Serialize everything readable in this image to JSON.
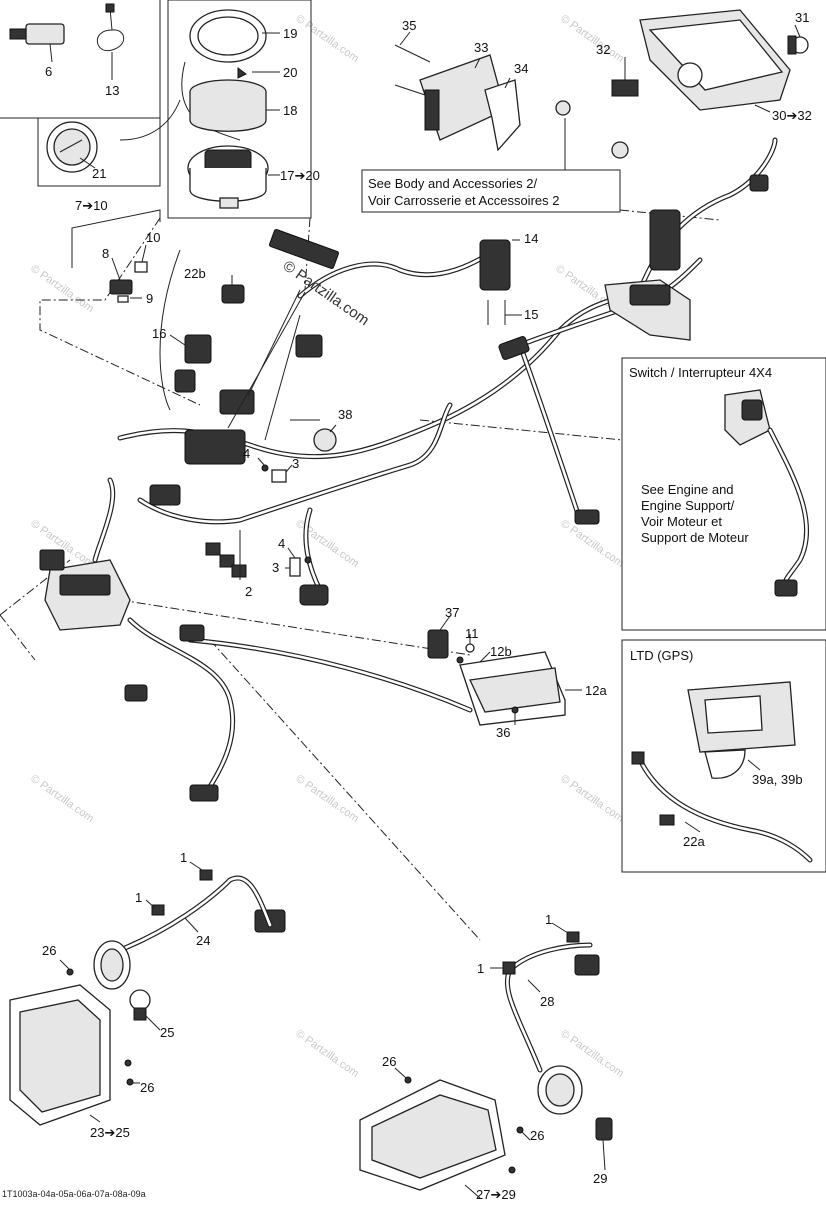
{
  "diagram": {
    "part_labels": [
      {
        "id": "p6",
        "text": "6"
      },
      {
        "id": "p13",
        "text": "13"
      },
      {
        "id": "p19",
        "text": "19"
      },
      {
        "id": "p20",
        "text": "20"
      },
      {
        "id": "p18",
        "text": "18"
      },
      {
        "id": "p17",
        "text": "17➔20"
      },
      {
        "id": "p21",
        "text": "21"
      },
      {
        "id": "p35",
        "text": "35"
      },
      {
        "id": "p33",
        "text": "33"
      },
      {
        "id": "p34",
        "text": "34"
      },
      {
        "id": "p31",
        "text": "31"
      },
      {
        "id": "p32",
        "text": "32"
      },
      {
        "id": "p30",
        "text": "30➔32"
      },
      {
        "id": "p7",
        "text": "7➔10"
      },
      {
        "id": "p10",
        "text": "10"
      },
      {
        "id": "p8",
        "text": "8"
      },
      {
        "id": "p9",
        "text": "9"
      },
      {
        "id": "p22b",
        "text": "22b"
      },
      {
        "id": "p16",
        "text": "16"
      },
      {
        "id": "p14",
        "text": "14"
      },
      {
        "id": "p15",
        "text": "15"
      },
      {
        "id": "p38",
        "text": "38"
      },
      {
        "id": "p4a",
        "text": "4"
      },
      {
        "id": "p3a",
        "text": "3"
      },
      {
        "id": "p4b",
        "text": "4"
      },
      {
        "id": "p3b",
        "text": "3"
      },
      {
        "id": "p2",
        "text": "2"
      },
      {
        "id": "p37",
        "text": "37"
      },
      {
        "id": "p11",
        "text": "11"
      },
      {
        "id": "p12b",
        "text": "12b"
      },
      {
        "id": "p12a",
        "text": "12a"
      },
      {
        "id": "p36",
        "text": "36"
      },
      {
        "id": "p39",
        "text": "39a, 39b"
      },
      {
        "id": "p22a",
        "text": "22a"
      },
      {
        "id": "p1a",
        "text": "1"
      },
      {
        "id": "p1b",
        "text": "1"
      },
      {
        "id": "p24",
        "text": "24"
      },
      {
        "id": "p26a",
        "text": "26"
      },
      {
        "id": "p25",
        "text": "25"
      },
      {
        "id": "p26b",
        "text": "26"
      },
      {
        "id": "p23",
        "text": "23➔25"
      },
      {
        "id": "p1c",
        "text": "1"
      },
      {
        "id": "p1d",
        "text": "1"
      },
      {
        "id": "p28",
        "text": "28"
      },
      {
        "id": "p26c",
        "text": "26"
      },
      {
        "id": "p26d",
        "text": "26"
      },
      {
        "id": "p29",
        "text": "29"
      },
      {
        "id": "p27",
        "text": "27➔29"
      }
    ],
    "callouts": {
      "body_line1": "See Body and Accessories 2/",
      "body_line2": "Voir Carrosserie et Accessoires 2",
      "switch_title": "Switch / Interrupteur 4X4",
      "engine_line1": "See Engine and",
      "engine_line2": "Engine Support/",
      "engine_line3": "Voir Moteur et",
      "engine_line4": "Support de Moteur",
      "gps_title": "LTD (GPS)"
    },
    "watermark": "© Partzilla.com",
    "center_watermark": "© Partzilla.com",
    "drawing_code": "1T1003a-04a-05a-06a-07a-08a-09a"
  }
}
